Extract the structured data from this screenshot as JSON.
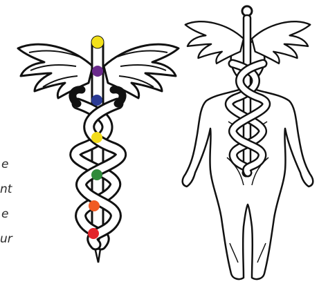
{
  "text_fragments": [
    "e",
    "nt",
    "e",
    "ur"
  ],
  "left_caduceus": {
    "chakra_colors": [
      "#f2e01a",
      "#6a2a8c",
      "#2a3a94",
      "#f2dc1c",
      "#2f8a3a",
      "#f05a22",
      "#e3242b"
    ]
  },
  "colors": {
    "outline": "#111111",
    "fill": "#ffffff",
    "shadow": "#bfbfbf"
  }
}
